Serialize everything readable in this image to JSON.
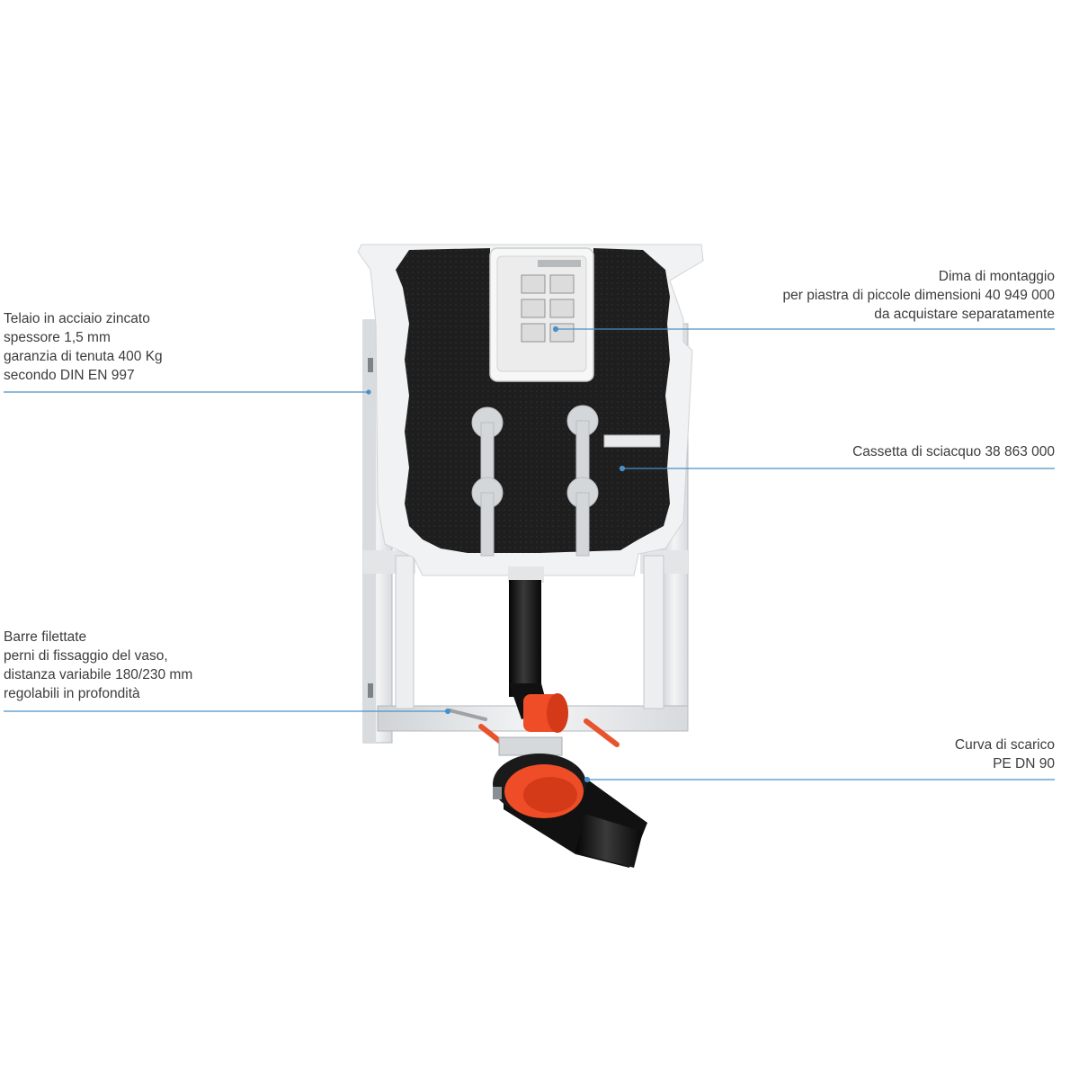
{
  "callouts": {
    "frame": {
      "lines": [
        "Telaio in acciaio zincato",
        "spessore 1,5 mm",
        "garanzia di tenuta 400 Kg",
        "secondo DIN EN 997"
      ]
    },
    "template": {
      "lines": [
        "Dima di montaggio",
        "per piastra di piccole dimensioni 40 949 000",
        "da acquistare separatamente"
      ]
    },
    "cistern": {
      "lines": [
        "Cassetta di sciacquo 38 863 000"
      ]
    },
    "rods": {
      "lines": [
        "Barre filettate",
        "perni di fissaggio del vaso,",
        "distanza variabile 180/230 mm",
        "regolabili in profondità"
      ]
    },
    "bend": {
      "lines": [
        "Curva di scarico",
        "PE DN 90"
      ]
    }
  },
  "colors": {
    "leader_line": "#4a90c8",
    "cistern_body": "#1f1f1f",
    "frame_steel": "#e6e8ea",
    "plug_orange": "#f0502a",
    "pipe_black": "#151515"
  }
}
